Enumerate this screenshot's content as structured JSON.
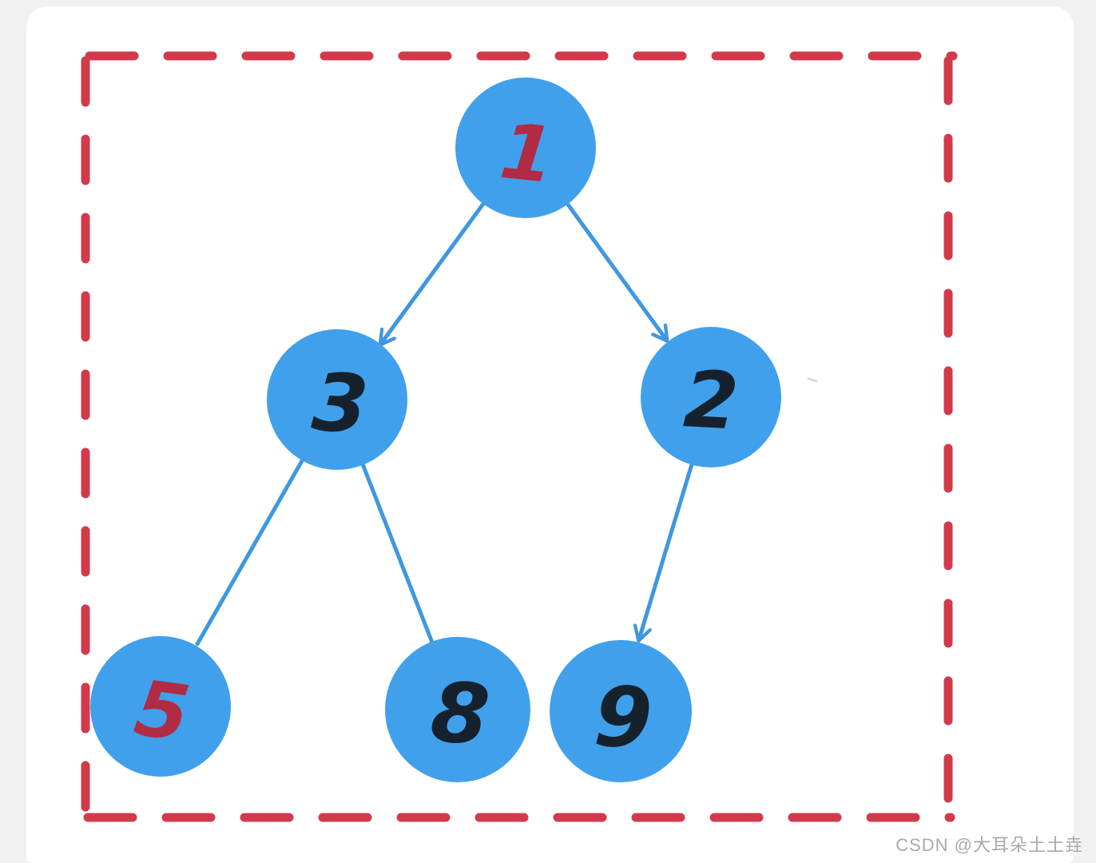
{
  "diagram": {
    "kind": "binary-tree",
    "nodes": [
      {
        "id": "n1",
        "label": "1",
        "label_color": "#b12b44"
      },
      {
        "id": "n3",
        "label": "3",
        "label_color": "#15222e"
      },
      {
        "id": "n2",
        "label": "2",
        "label_color": "#15222e"
      },
      {
        "id": "n5",
        "label": "5",
        "label_color": "#b12b44"
      },
      {
        "id": "n8",
        "label": "8",
        "label_color": "#15222e"
      },
      {
        "id": "n9",
        "label": "9",
        "label_color": "#15222e"
      }
    ],
    "edges": [
      {
        "from": "1",
        "to": "3",
        "arrowhead": true
      },
      {
        "from": "1",
        "to": "2",
        "arrowhead": true
      },
      {
        "from": "3",
        "to": "5",
        "arrowhead": false
      },
      {
        "from": "3",
        "to": "8",
        "arrowhead": false
      },
      {
        "from": "2",
        "to": "9",
        "arrowhead": true
      }
    ],
    "colors": {
      "node_fill": "#41a0ec",
      "edge_stroke": "#3f97e0",
      "dashed_border": "#d23a4c"
    }
  },
  "watermark": {
    "text": "CSDN @大耳朵土土垚"
  }
}
